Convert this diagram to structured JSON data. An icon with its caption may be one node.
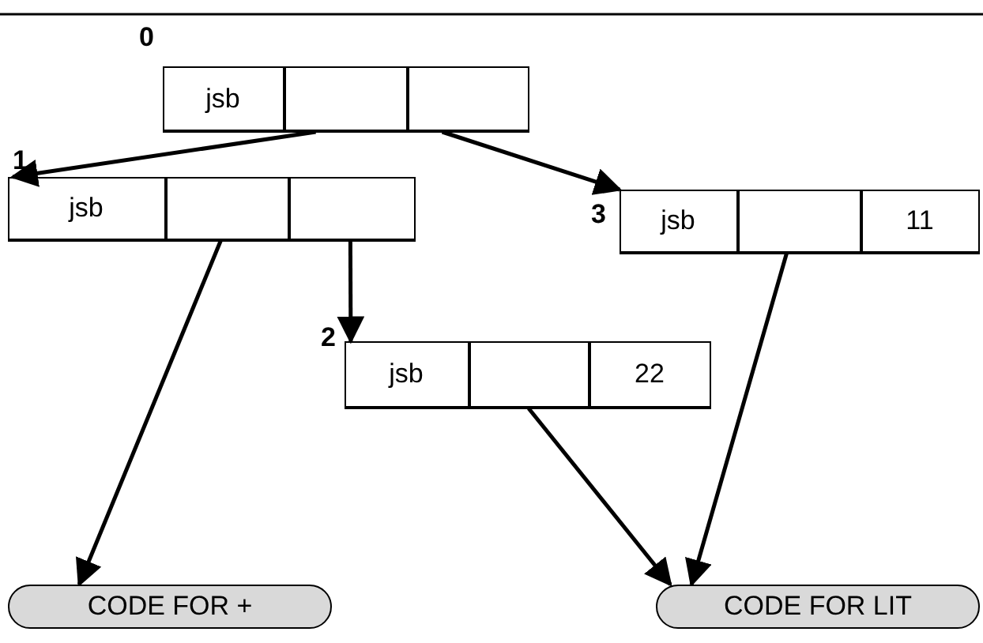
{
  "diagram": {
    "nodes": [
      {
        "text": [],
        "shape": "box",
        "beside": [
          "0"
        ]
      },
      {
        "text": [
          "jsb"
        ],
        "in": 0
      },
      {
        "text": [],
        "shape": "box",
        "in": 0
      },
      {
        "text": [],
        "shape": "box",
        "in": 0
      },
      {
        "text": [],
        "shape": "box",
        "beside": [
          "1"
        ]
      },
      {
        "text": [
          "jsb"
        ],
        "in": 4
      },
      {
        "text": [],
        "shape": "box",
        "in": 4
      },
      {
        "text": [],
        "shape": "box",
        "in": 4
      },
      {
        "text": [],
        "shape": "box",
        "beside": [
          "3"
        ]
      },
      {
        "text": [
          "jsb"
        ],
        "in": 8
      },
      {
        "text": [],
        "shape": "box",
        "in": 8
      },
      {
        "text": [
          "11"
        ],
        "in": 8
      },
      {
        "text": [],
        "shape": "box",
        "beside": [
          "2"
        ]
      },
      {
        "text": [
          "jsb"
        ],
        "in": 12
      },
      {
        "text": [],
        "shape": "box",
        "in": 12
      },
      {
        "text": [
          "22"
        ],
        "in": 12
      },
      {
        "text": [
          "CODE FOR +"
        ]
      },
      {
        "text": [
          "CODE FOR LIT"
        ]
      }
    ],
    "edges": [
      {
        "from": 2,
        "to": 4,
        "arrow": "to"
      },
      {
        "from": 3,
        "to": 8,
        "arrow": "to"
      },
      {
        "from": 6,
        "to": 16,
        "arrow": "to"
      },
      {
        "from": 7,
        "to": 12,
        "arrow": "to"
      },
      {
        "from": 10,
        "to": 17,
        "arrow": "to"
      },
      {
        "from": 14,
        "to": 17,
        "arrow": "to"
      }
    ]
  }
}
